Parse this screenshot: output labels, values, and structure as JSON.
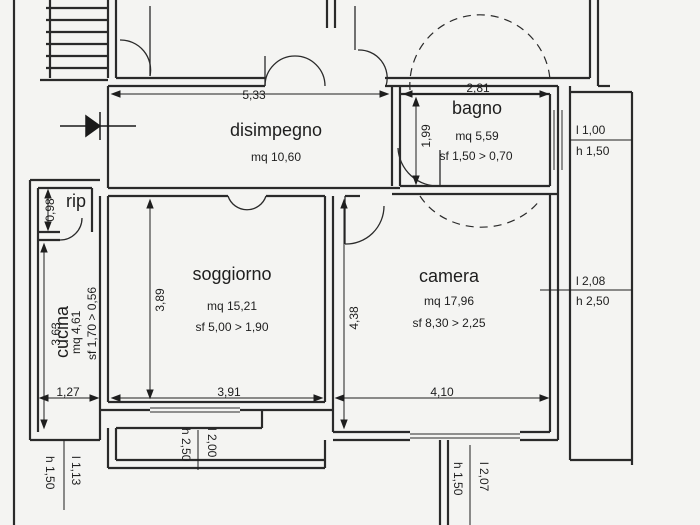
{
  "rooms": {
    "disimpegno": {
      "name": "disimpegno",
      "area": "mq 10,60"
    },
    "bagno": {
      "name": "bagno",
      "area": "mq 5,59",
      "sf": "sf 1,50 > 0,70"
    },
    "soggiorno": {
      "name": "soggiorno",
      "area": "mq 15,21",
      "sf": "sf 5,00 > 1,90"
    },
    "camera": {
      "name": "camera",
      "area": "mq 17,96",
      "sf": "sf 8,30 > 2,25"
    },
    "cucina": {
      "name": "cucina",
      "area": "mq 4,61",
      "sf": "sf 1,70 > 0,56"
    },
    "rip": {
      "name": "rip"
    }
  },
  "dimensions": {
    "disimpegno_width": "5,33",
    "bagno_width": "2,81",
    "bagno_height": "1,99",
    "rip_height": "0,98",
    "cucina_height": "3,63",
    "cucina_width": "1,27",
    "soggiorno_height": "3,89",
    "soggiorno_width": "3,91",
    "camera_height": "4,38",
    "camera_width": "4,10"
  },
  "windows": {
    "bagno_l": "l 1,00",
    "bagno_h": "h 1,50",
    "camera_side_l": "l 2,08",
    "camera_side_h": "h 2,50",
    "soggiorno_l": "l 2,00",
    "soggiorno_h": "h 2,50",
    "camera_bottom_l": "l 2,07",
    "camera_bottom_h": "h 1,50",
    "cucina_l": "l 1,13",
    "cucina_h": "h 1,50"
  }
}
